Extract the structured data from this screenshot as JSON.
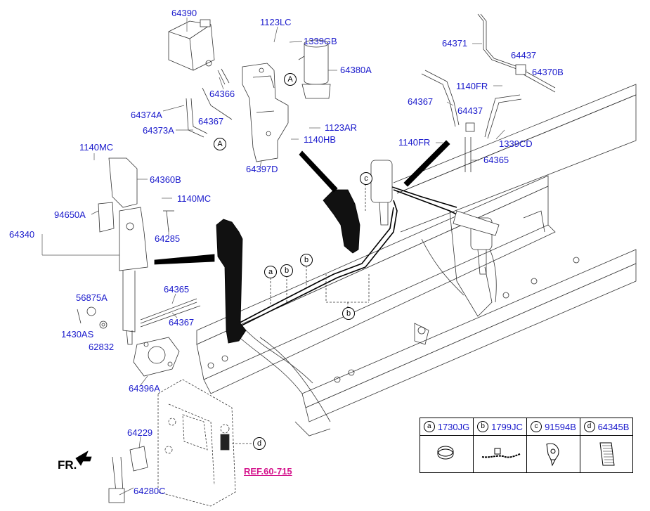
{
  "labels": {
    "p64390": "64390",
    "p1123LC": "1123LC",
    "p1339GB": "1339GB",
    "p64380A": "64380A",
    "p64366": "64366",
    "p64374A": "64374A",
    "p64367_top": "64367",
    "p64373A": "64373A",
    "p1123AR": "1123AR",
    "p1140HB": "1140HB",
    "p64397D": "64397D",
    "p64371": "64371",
    "p64437_top": "64437",
    "p64370B": "64370B",
    "p1140FR_top": "1140FR",
    "p64367_right": "64367",
    "p64437_mid": "64437",
    "p1140FR_mid": "1140FR",
    "p1339CD": "1339CD",
    "p64365_right": "64365",
    "p1140MC_top": "1140MC",
    "p64360B": "64360B",
    "p1140MC_mid": "1140MC",
    "p94650A": "94650A",
    "p64340": "64340",
    "p64285": "64285",
    "p56875A": "56875A",
    "p64365_left": "64365",
    "p64367_left": "64367",
    "p1430AS": "1430AS",
    "p62832": "62832",
    "p64396A": "64396A",
    "p64229": "64229",
    "p64280C": "64280C",
    "ref": "REF.60-715",
    "fr": "FR."
  },
  "callouts": {
    "a": "a",
    "b": "b",
    "c": "c",
    "d": "d",
    "A": "A"
  },
  "legend": [
    {
      "key": "a",
      "part": "1730JG",
      "icon": "clamp-ring-icon"
    },
    {
      "key": "b",
      "part": "1799JC",
      "icon": "cable-tie-icon"
    },
    {
      "key": "c",
      "part": "91594B",
      "icon": "clip-icon"
    },
    {
      "key": "d",
      "part": "64345B",
      "icon": "pad-icon"
    }
  ],
  "colors": {
    "label": "#1a1acc",
    "ref": "#d4148c",
    "line": "#000000"
  }
}
